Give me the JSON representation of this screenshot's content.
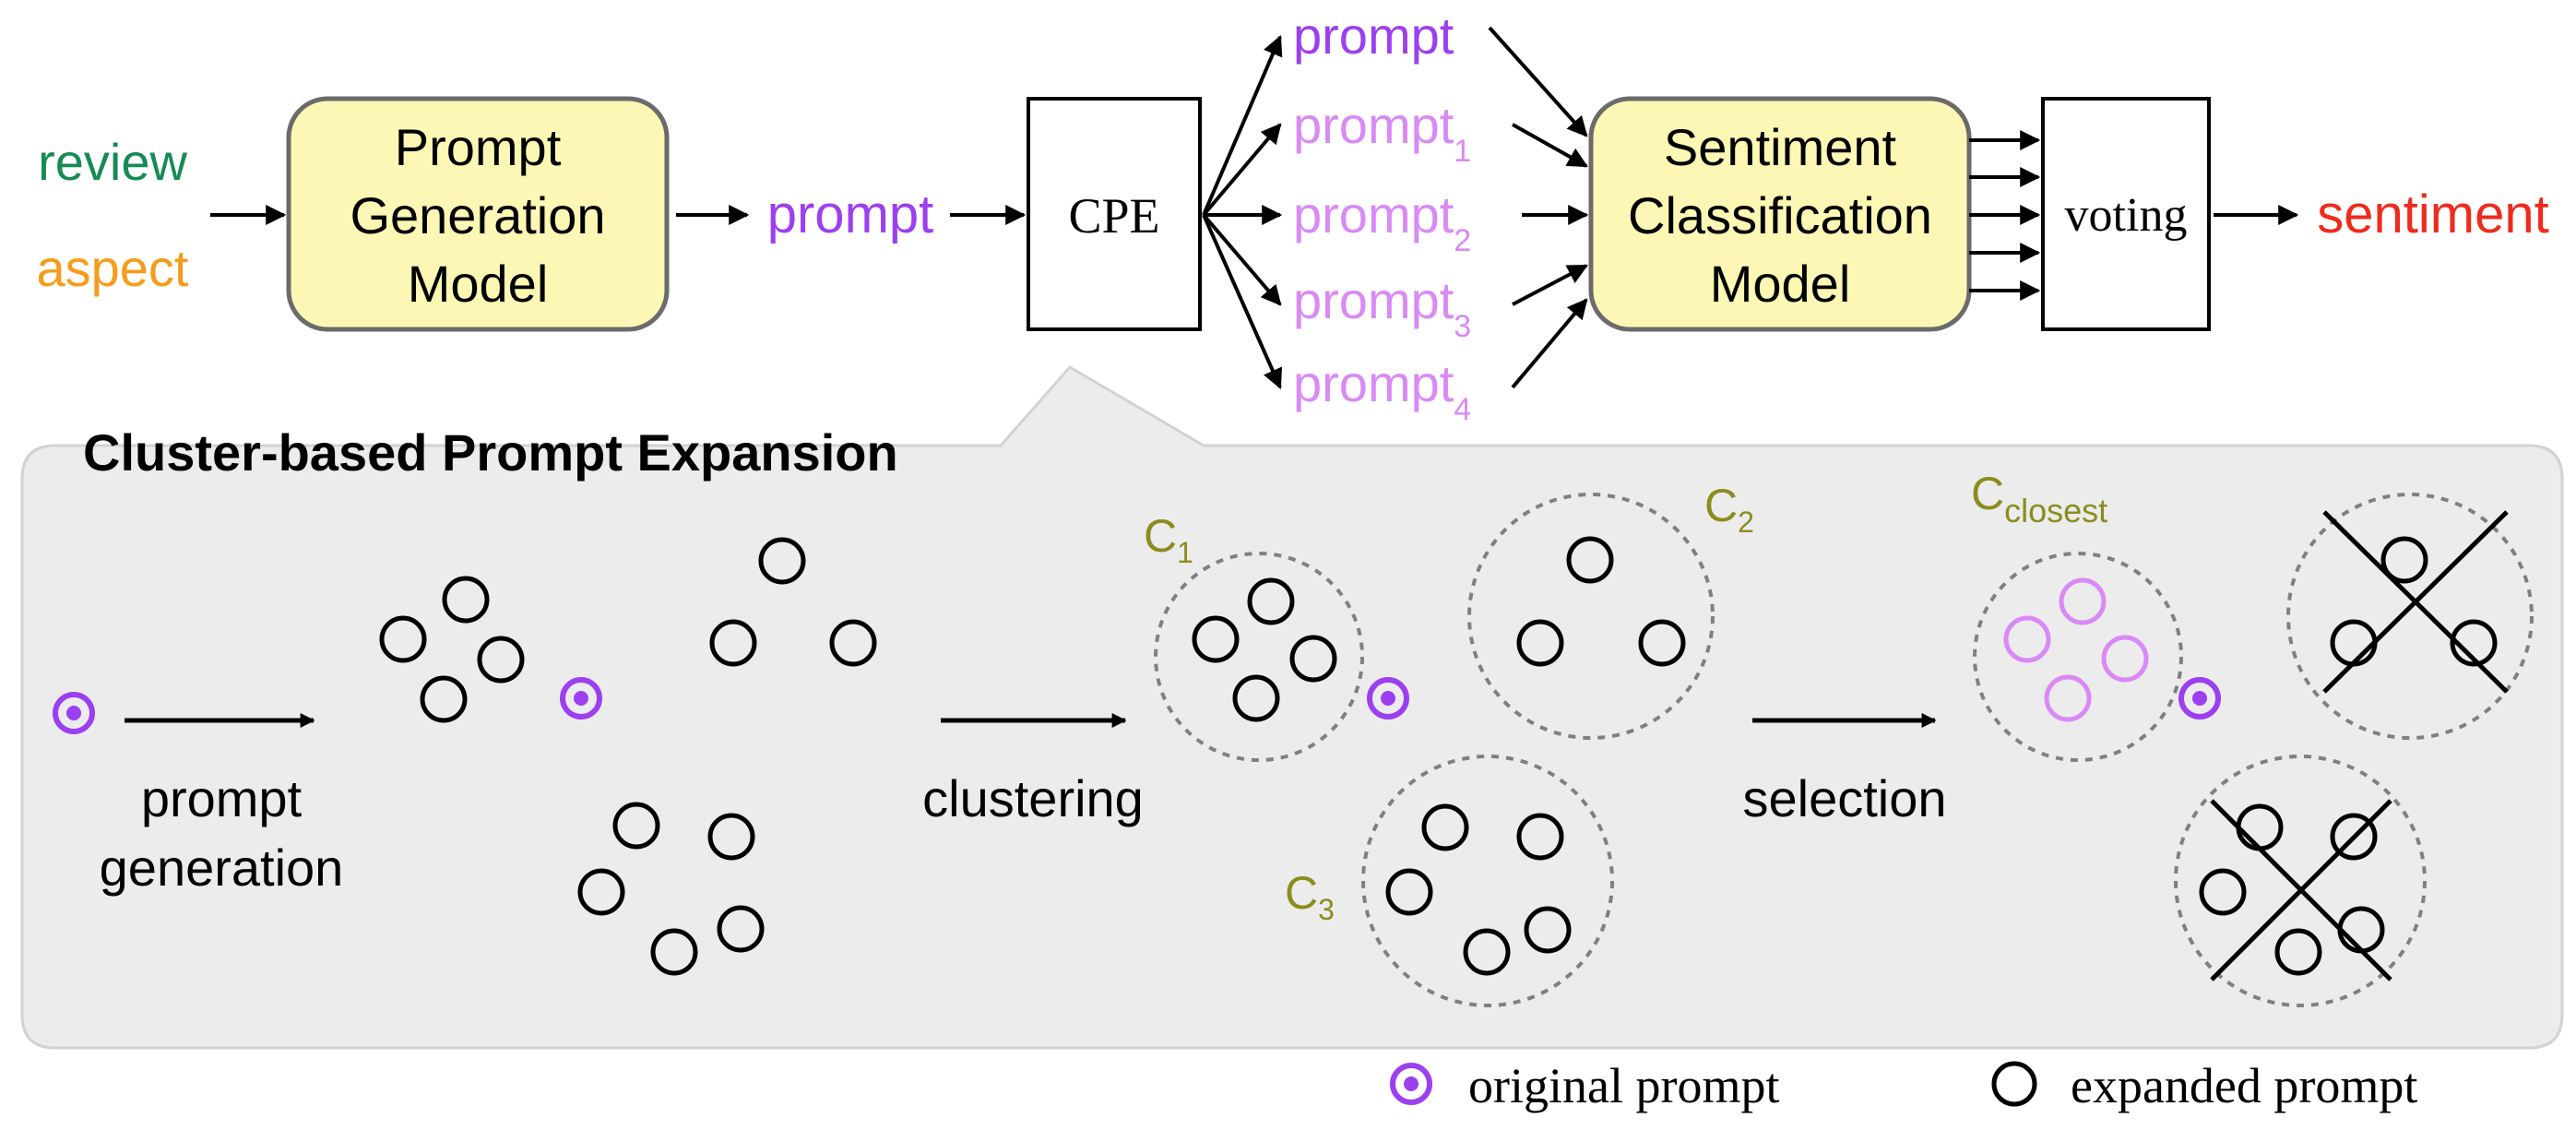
{
  "colors": {
    "review": "#178a55",
    "aspect": "#f59c1b",
    "prompt": "#9b3ff0",
    "expanded_prompt": "#d98af5",
    "sentiment": "#ee2b1c",
    "cluster_label": "#8c8c1e",
    "model_box_fill": "#fcf7b4",
    "panel_fill": "#ececec"
  },
  "inputs": {
    "review": "review",
    "aspect": "aspect"
  },
  "prompt_generation_model": {
    "line1": "Prompt",
    "line2": "Generation",
    "line3": "Model"
  },
  "prompt_label": "prompt",
  "cpe_box": "CPE",
  "expanded_prompts": {
    "p0": "prompt",
    "p1": "prompt",
    "p1_sub": "1",
    "p2": "prompt",
    "p2_sub": "2",
    "p3": "prompt",
    "p3_sub": "3",
    "p4": "prompt",
    "p4_sub": "4"
  },
  "sentiment_classification_model": {
    "line1": "Sentiment",
    "line2": "Classification",
    "line3": "Model"
  },
  "voting_box": "voting",
  "output": "sentiment",
  "panel": {
    "title": "Cluster-based Prompt Expansion",
    "step1_line1": "prompt",
    "step1_line2": "generation",
    "step2": "clustering",
    "step3": "selection",
    "c1": "C",
    "c1_sub": "1",
    "c2": "C",
    "c2_sub": "2",
    "c3": "C",
    "c3_sub": "3",
    "cclosest": "C",
    "cclosest_sub": "closest"
  },
  "legend": {
    "original": "original prompt",
    "expanded": "expanded prompt",
    "original_icon": "target-circle-icon",
    "expanded_icon": "hollow-circle-icon"
  }
}
